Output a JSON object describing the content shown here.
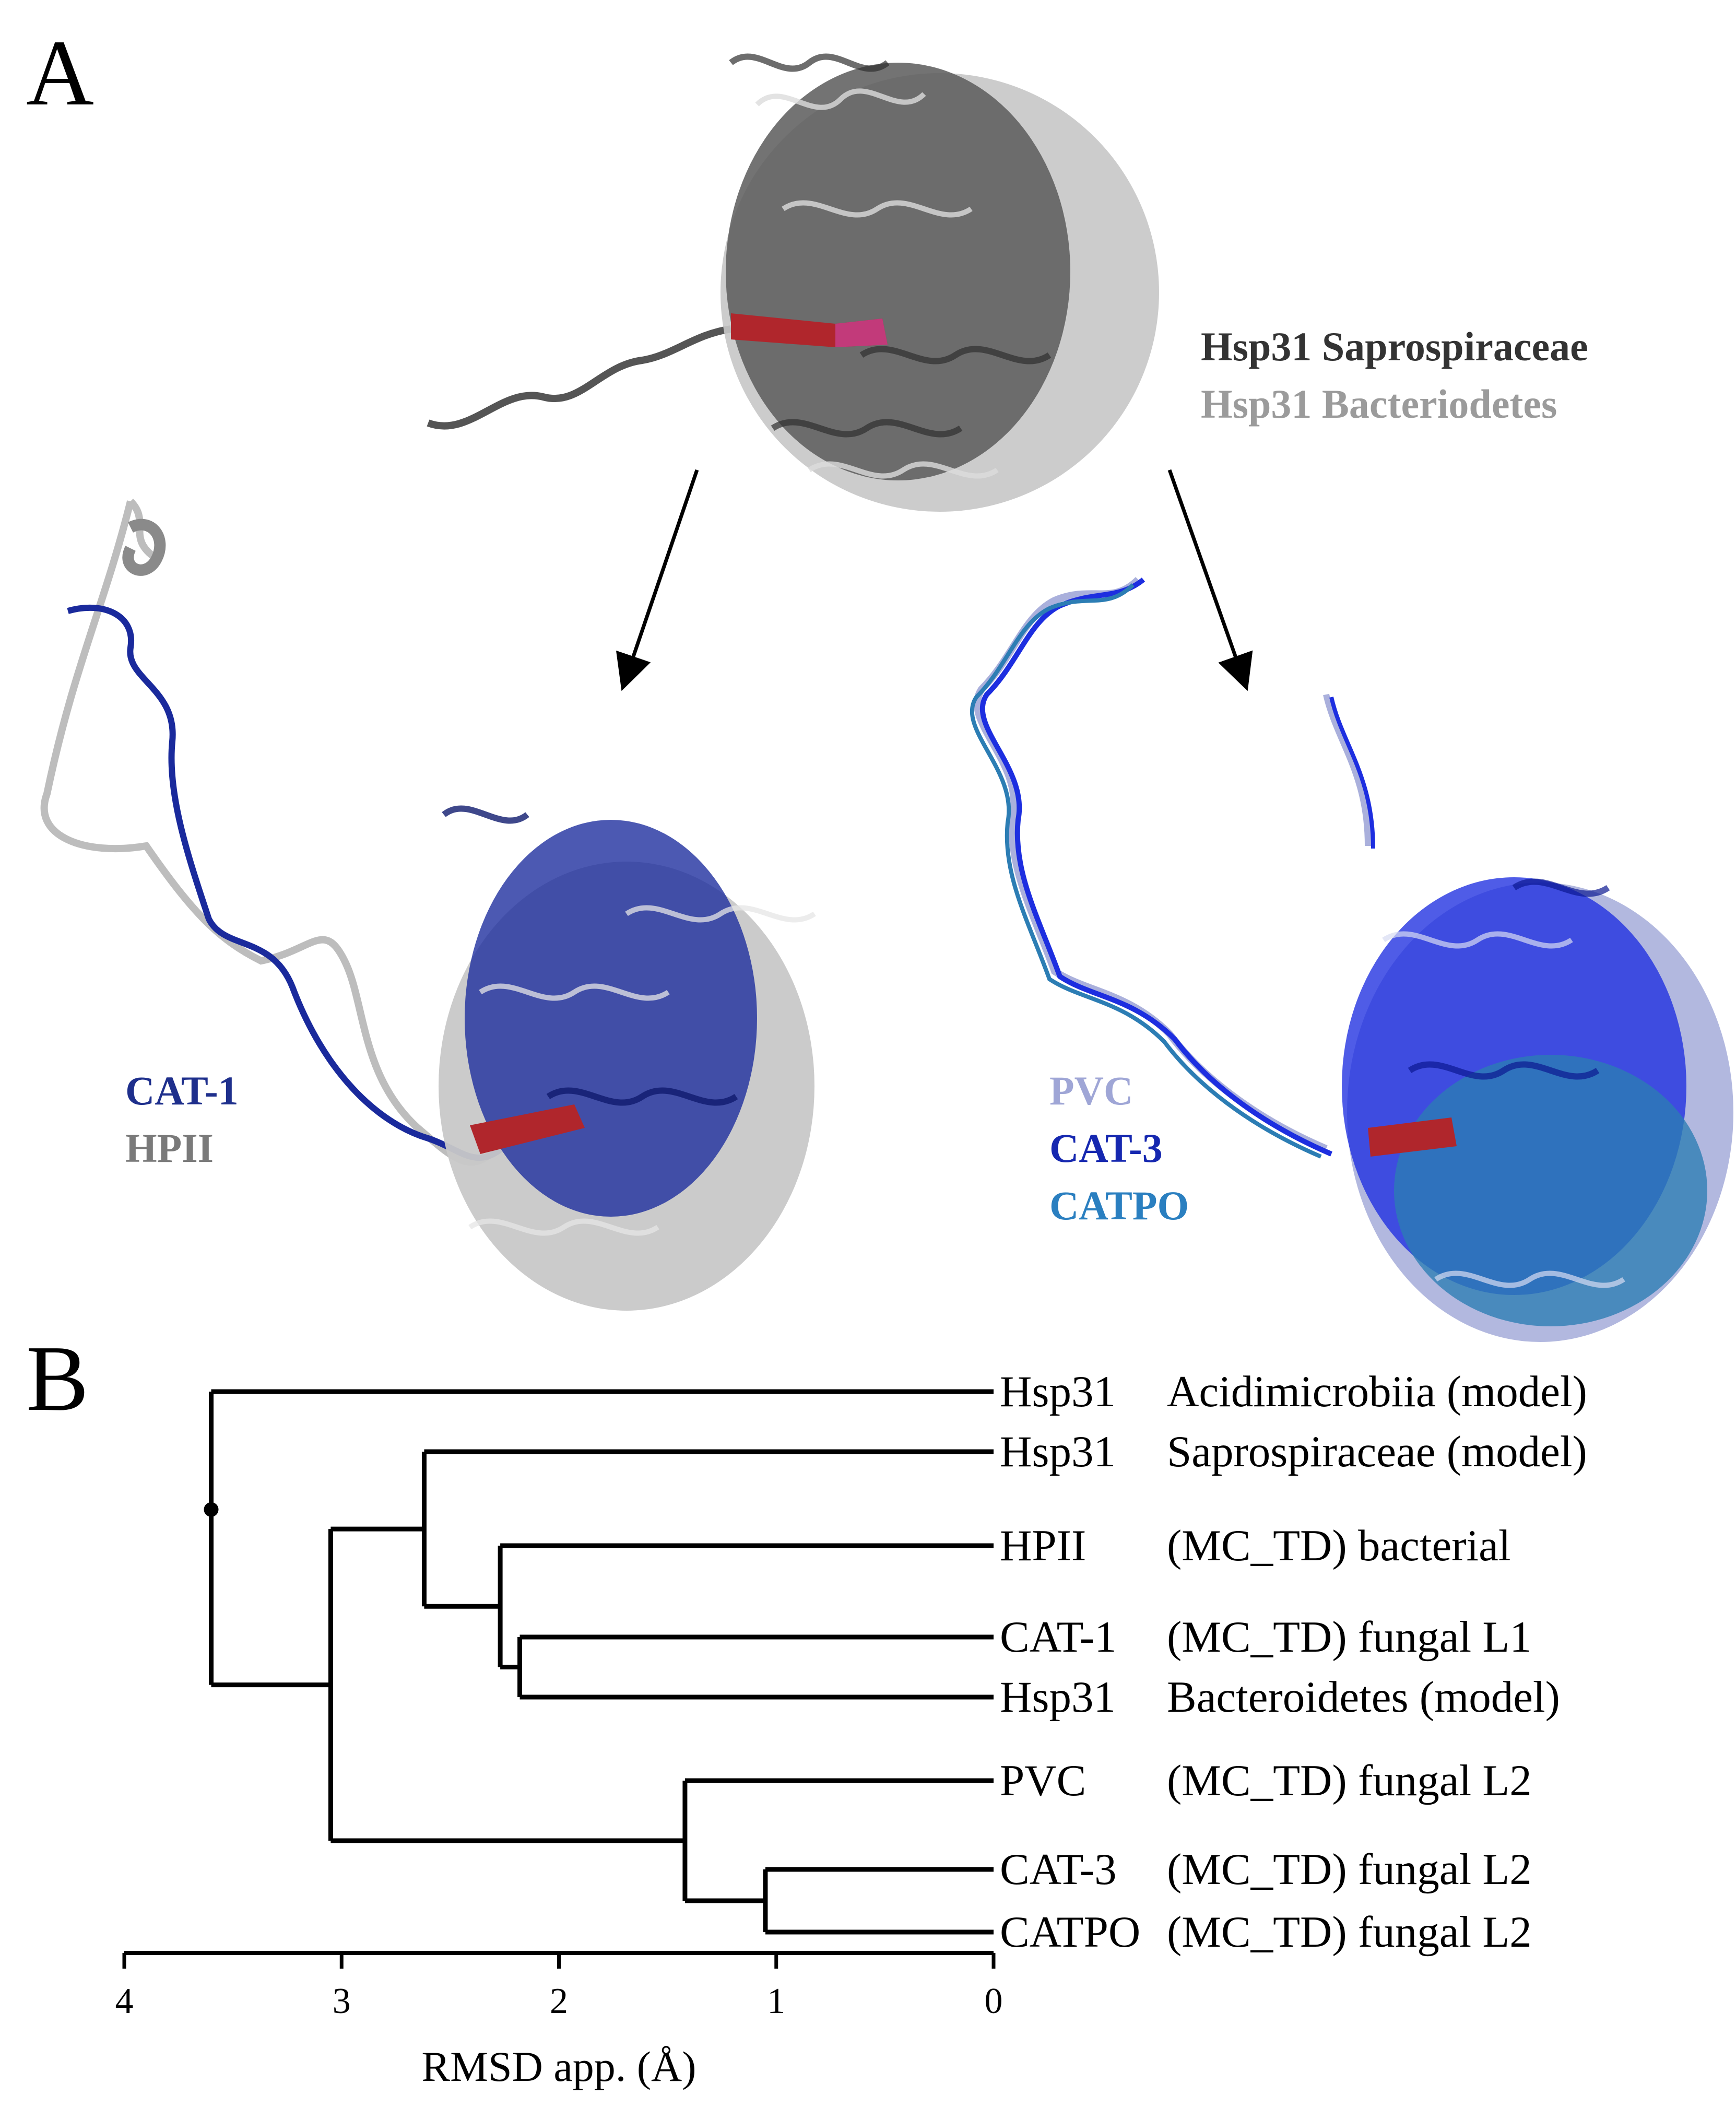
{
  "panels": {
    "a": "A",
    "b": "B"
  },
  "structures": {
    "top": {
      "labels": [
        {
          "text": "Hsp31 Saprospiraceae",
          "color": "#333333"
        },
        {
          "text": "Hsp31 Bacteriodetes",
          "color": "#9b9b9b"
        }
      ]
    },
    "left": {
      "labels": [
        {
          "text": "CAT-1",
          "color": "#1e2f8c"
        },
        {
          "text": "HPII",
          "color": "#7a7a7a"
        }
      ]
    },
    "right": {
      "labels": [
        {
          "text": "PVC",
          "color": "#9fa6d6"
        },
        {
          "text": "CAT-3",
          "color": "#1628b0"
        },
        {
          "text": "CATPO",
          "color": "#2a7fc0"
        }
      ]
    },
    "colors": {
      "dark_gray": "#555555",
      "light_gray": "#bdbdbd",
      "navy": "#1a2a9c",
      "blue": "#1d2ee0",
      "steel_blue": "#2c7db4",
      "lavender": "#aab0dc",
      "red_strand": "#b0262c",
      "magenta": "#c23a7a"
    }
  },
  "chart_data": {
    "type": "dendrogram",
    "xlabel": "RMSD app. (Å)",
    "xlim": [
      4,
      0
    ],
    "x_ticks": [
      4,
      3,
      2,
      1,
      0
    ],
    "leaves": [
      {
        "name": "Hsp31",
        "desc": "Acidimicrobiia (model)"
      },
      {
        "name": "Hsp31",
        "desc": "Saprospiraceae (model)"
      },
      {
        "name": "HPII",
        "desc": "(MC_TD) bacterial"
      },
      {
        "name": "CAT-1",
        "desc": "(MC_TD) fungal L1"
      },
      {
        "name": "Hsp31",
        "desc": "Bacteroidetes (model)"
      },
      {
        "name": "PVC",
        "desc": "(MC_TD) fungal L2"
      },
      {
        "name": "CAT-3",
        "desc": "(MC_TD) fungal L2"
      },
      {
        "name": "CATPO",
        "desc": "(MC_TD) fungal L2"
      }
    ],
    "merges": [
      {
        "children": [
          "L3",
          "L4"
        ],
        "height": 2.18
      },
      {
        "children": [
          "L2",
          "N0"
        ],
        "height": 2.27
      },
      {
        "children": [
          "L1",
          "N1"
        ],
        "height": 2.62
      },
      {
        "children": [
          "L6",
          "L7"
        ],
        "height": 1.05
      },
      {
        "children": [
          "L5",
          "N3"
        ],
        "height": 1.42
      },
      {
        "children": [
          "N2",
          "N4"
        ],
        "height": 3.05
      },
      {
        "children": [
          "L0",
          "N5"
        ],
        "height": 3.6
      }
    ]
  }
}
